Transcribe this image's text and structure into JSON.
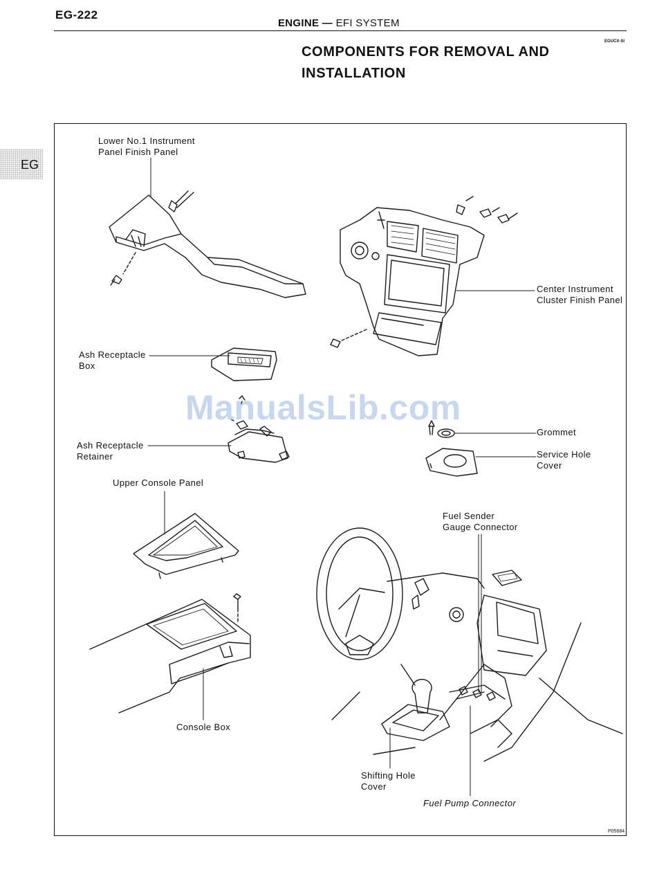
{
  "header": {
    "page_number": "EG-222",
    "section": "ENGINE",
    "separator": "—",
    "subsection": "EFI SYSTEM",
    "code": "EGUCX-SI"
  },
  "title": "COMPONENTS FOR REMOVAL AND\nINSTALLATION",
  "side_tab": "EG",
  "watermark": "ManualsLib.com",
  "labels": {
    "lower_panel": "Lower No.1 Instrument\nPanel Finish Panel",
    "center_cluster": "Center Instrument\nCluster Finish Panel",
    "ash_box": "Ash Receptacle\nBox",
    "grommet": "Grommet",
    "ash_retainer": "Ash Receptacle\nRetainer",
    "service_hole": "Service Hole\nCover",
    "upper_console": "Upper Console Panel",
    "fuel_sender": "Fuel Sender\nGauge Connector",
    "console_box": "Console Box",
    "shifting_hole": "Shifting Hole\nCover",
    "fuel_pump": "Fuel Pump Connector"
  },
  "figure_code": "P05684"
}
